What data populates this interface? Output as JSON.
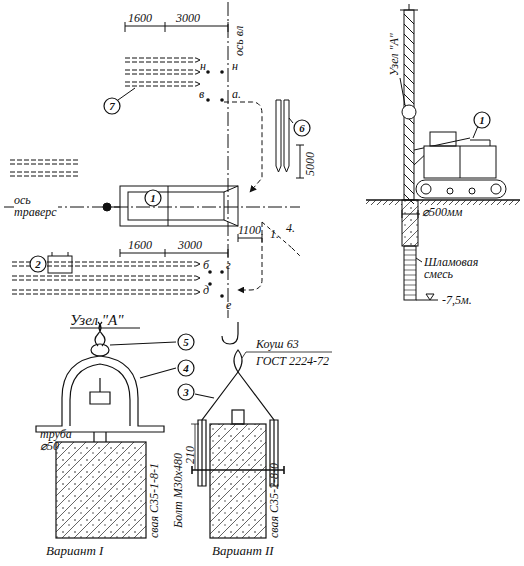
{
  "diagram": {
    "nodes": [
      {
        "text": [
          "1"
        ]
      },
      {
        "text": [
          "2"
        ]
      },
      {
        "text": [
          "6"
        ]
      },
      {
        "text": [
          "7"
        ]
      },
      {
        "text": [
          "1"
        ]
      },
      {
        "text": [
          "5"
        ]
      },
      {
        "text": [
          "4"
        ]
      },
      {
        "text": [
          "3"
        ]
      }
    ],
    "labels": [
      "1600",
      "3000",
      "ось вл",
      "н",
      "н",
      "в",
      "а.",
      "ось траверс",
      "1.",
      "4.",
      "5000",
      "1100",
      "1600",
      "3000",
      "б",
      "г",
      "д",
      "е",
      "Узел \"А\"",
      "⌀500мм",
      "Шламовая смесь",
      "-7,5м.",
      "Узел \"А\"",
      "Коуш 63",
      "ГОСТ 2224-72",
      "труба ⌀50",
      "свая С35-1-8-1",
      "Болт М30х480",
      "210",
      "свая С35-2-8-0",
      "Вариант I",
      "Вариант II"
    ]
  }
}
